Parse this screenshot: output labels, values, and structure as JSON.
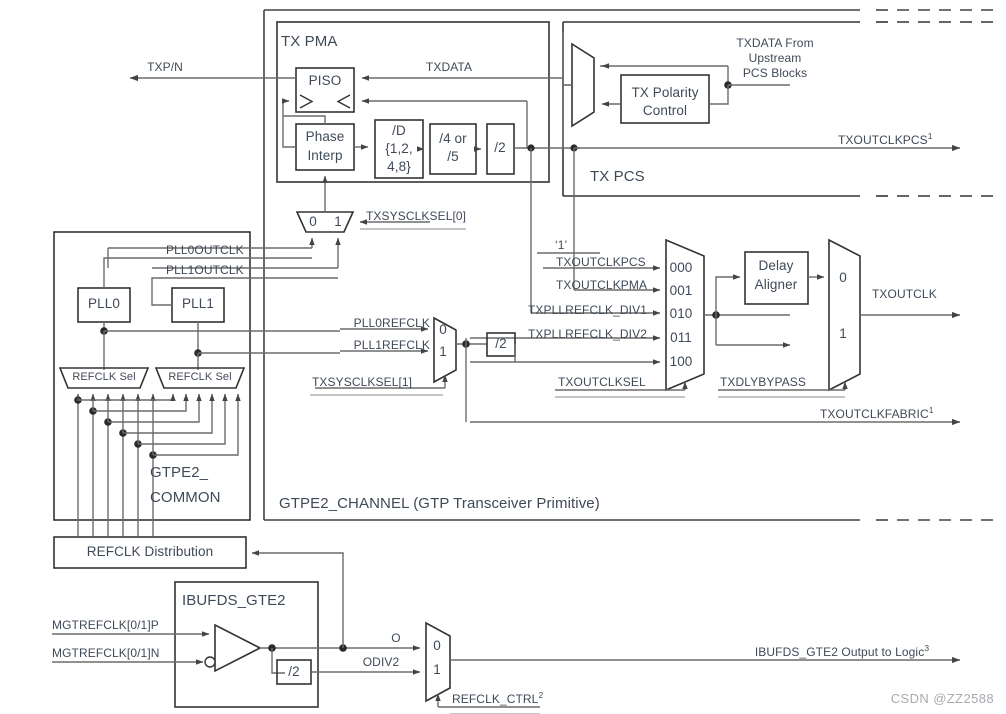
{
  "diagram": {
    "title_regions": {
      "tx_pma": "TX PMA",
      "tx_pcs": "TX PCS",
      "gtpe2_common_line1": "GTPE2_",
      "gtpe2_common_line2": "COMMON",
      "gtpe2_channel": "GTPE2_CHANNEL (GTP Transceiver Primitive)"
    },
    "blocks": {
      "piso": "PISO",
      "phase_interp_l1": "Phase",
      "phase_interp_l2": "Interp",
      "div_d_l1": "/D",
      "div_d_l2": "{1,2,",
      "div_d_l3": "4,8}",
      "div45_l1": "/4 or",
      "div45_l2": "/5",
      "div2_pma": "/2",
      "tx_polarity_l1": "TX Polarity",
      "tx_polarity_l2": "Control",
      "delay_aligner_l1": "Delay",
      "delay_aligner_l2": "Aligner",
      "pll0": "PLL0",
      "pll1": "PLL1",
      "refclk_sel_0": "REFCLK Sel",
      "refclk_sel_1": "REFCLK Sel",
      "div2_refclk": "/2",
      "refclk_distribution": "REFCLK Distribution",
      "ibufds_gte2": "IBUFDS_GTE2",
      "div2_ibufds": "/2"
    },
    "signals": {
      "txpn": "TXP/N",
      "txdata": "TXDATA",
      "txdata_upstream_l1": "TXDATA From",
      "txdata_upstream_l2": "Upstream",
      "txdata_upstream_l3": "PCS Blocks",
      "txoutclkpcs_out": "TXOUTCLKPCS",
      "txoutclkpcs_out_sup": "1",
      "txsysclksel0": "TXSYSCLKSEL[0]",
      "txsysclksel1": "TXSYSCLKSEL[1]",
      "pll0outclk": "PLL0OUTCLK",
      "pll1outclk": "PLL1OUTCLK",
      "pll0refclk": "PLL0REFCLK",
      "pll1refclk": "PLL1REFCLK",
      "const_one": "‘1’",
      "txoutclkpcs_in": "TXOUTCLKPCS",
      "txoutclkpma": "TXOUTCLKPMA",
      "txpllrefclk_div1": "TXPLLREFCLK_DIV1",
      "txpllrefclk_div2": "TXPLLREFCLK_DIV2",
      "txoutclksel": "TXOUTCLKSEL",
      "txdlybypass": "TXDLYBYPASS",
      "txoutclk": "TXOUTCLK",
      "txoutclkfabric": "TXOUTCLKFABRIC",
      "txoutclkfabric_sup": "1",
      "mgtrefclk_p": "MGTREFCLK[0/1]P",
      "mgtrefclk_n": "MGTREFCLK[0/1]N",
      "ibufds_o": "O",
      "ibufds_odiv2": "ODIV2",
      "refclk_ctrl": "REFCLK_CTRL",
      "refclk_ctrl_sup": "2",
      "ibufds_out_logic": "IBUFDS_GTE2 Output to Logic",
      "ibufds_out_logic_sup": "3"
    },
    "mux_ports": {
      "sel_0": "0",
      "sel_1": "1",
      "outclksel": [
        "000",
        "001",
        "010",
        "011",
        "100"
      ]
    },
    "colors": {
      "text": "#3f4a58",
      "line": "#6b6b6b",
      "box_stroke": "#1a1a1a",
      "background": "#ffffff",
      "watermark": "#a8aab0"
    },
    "watermark": "CSDN @ZZ2588"
  }
}
